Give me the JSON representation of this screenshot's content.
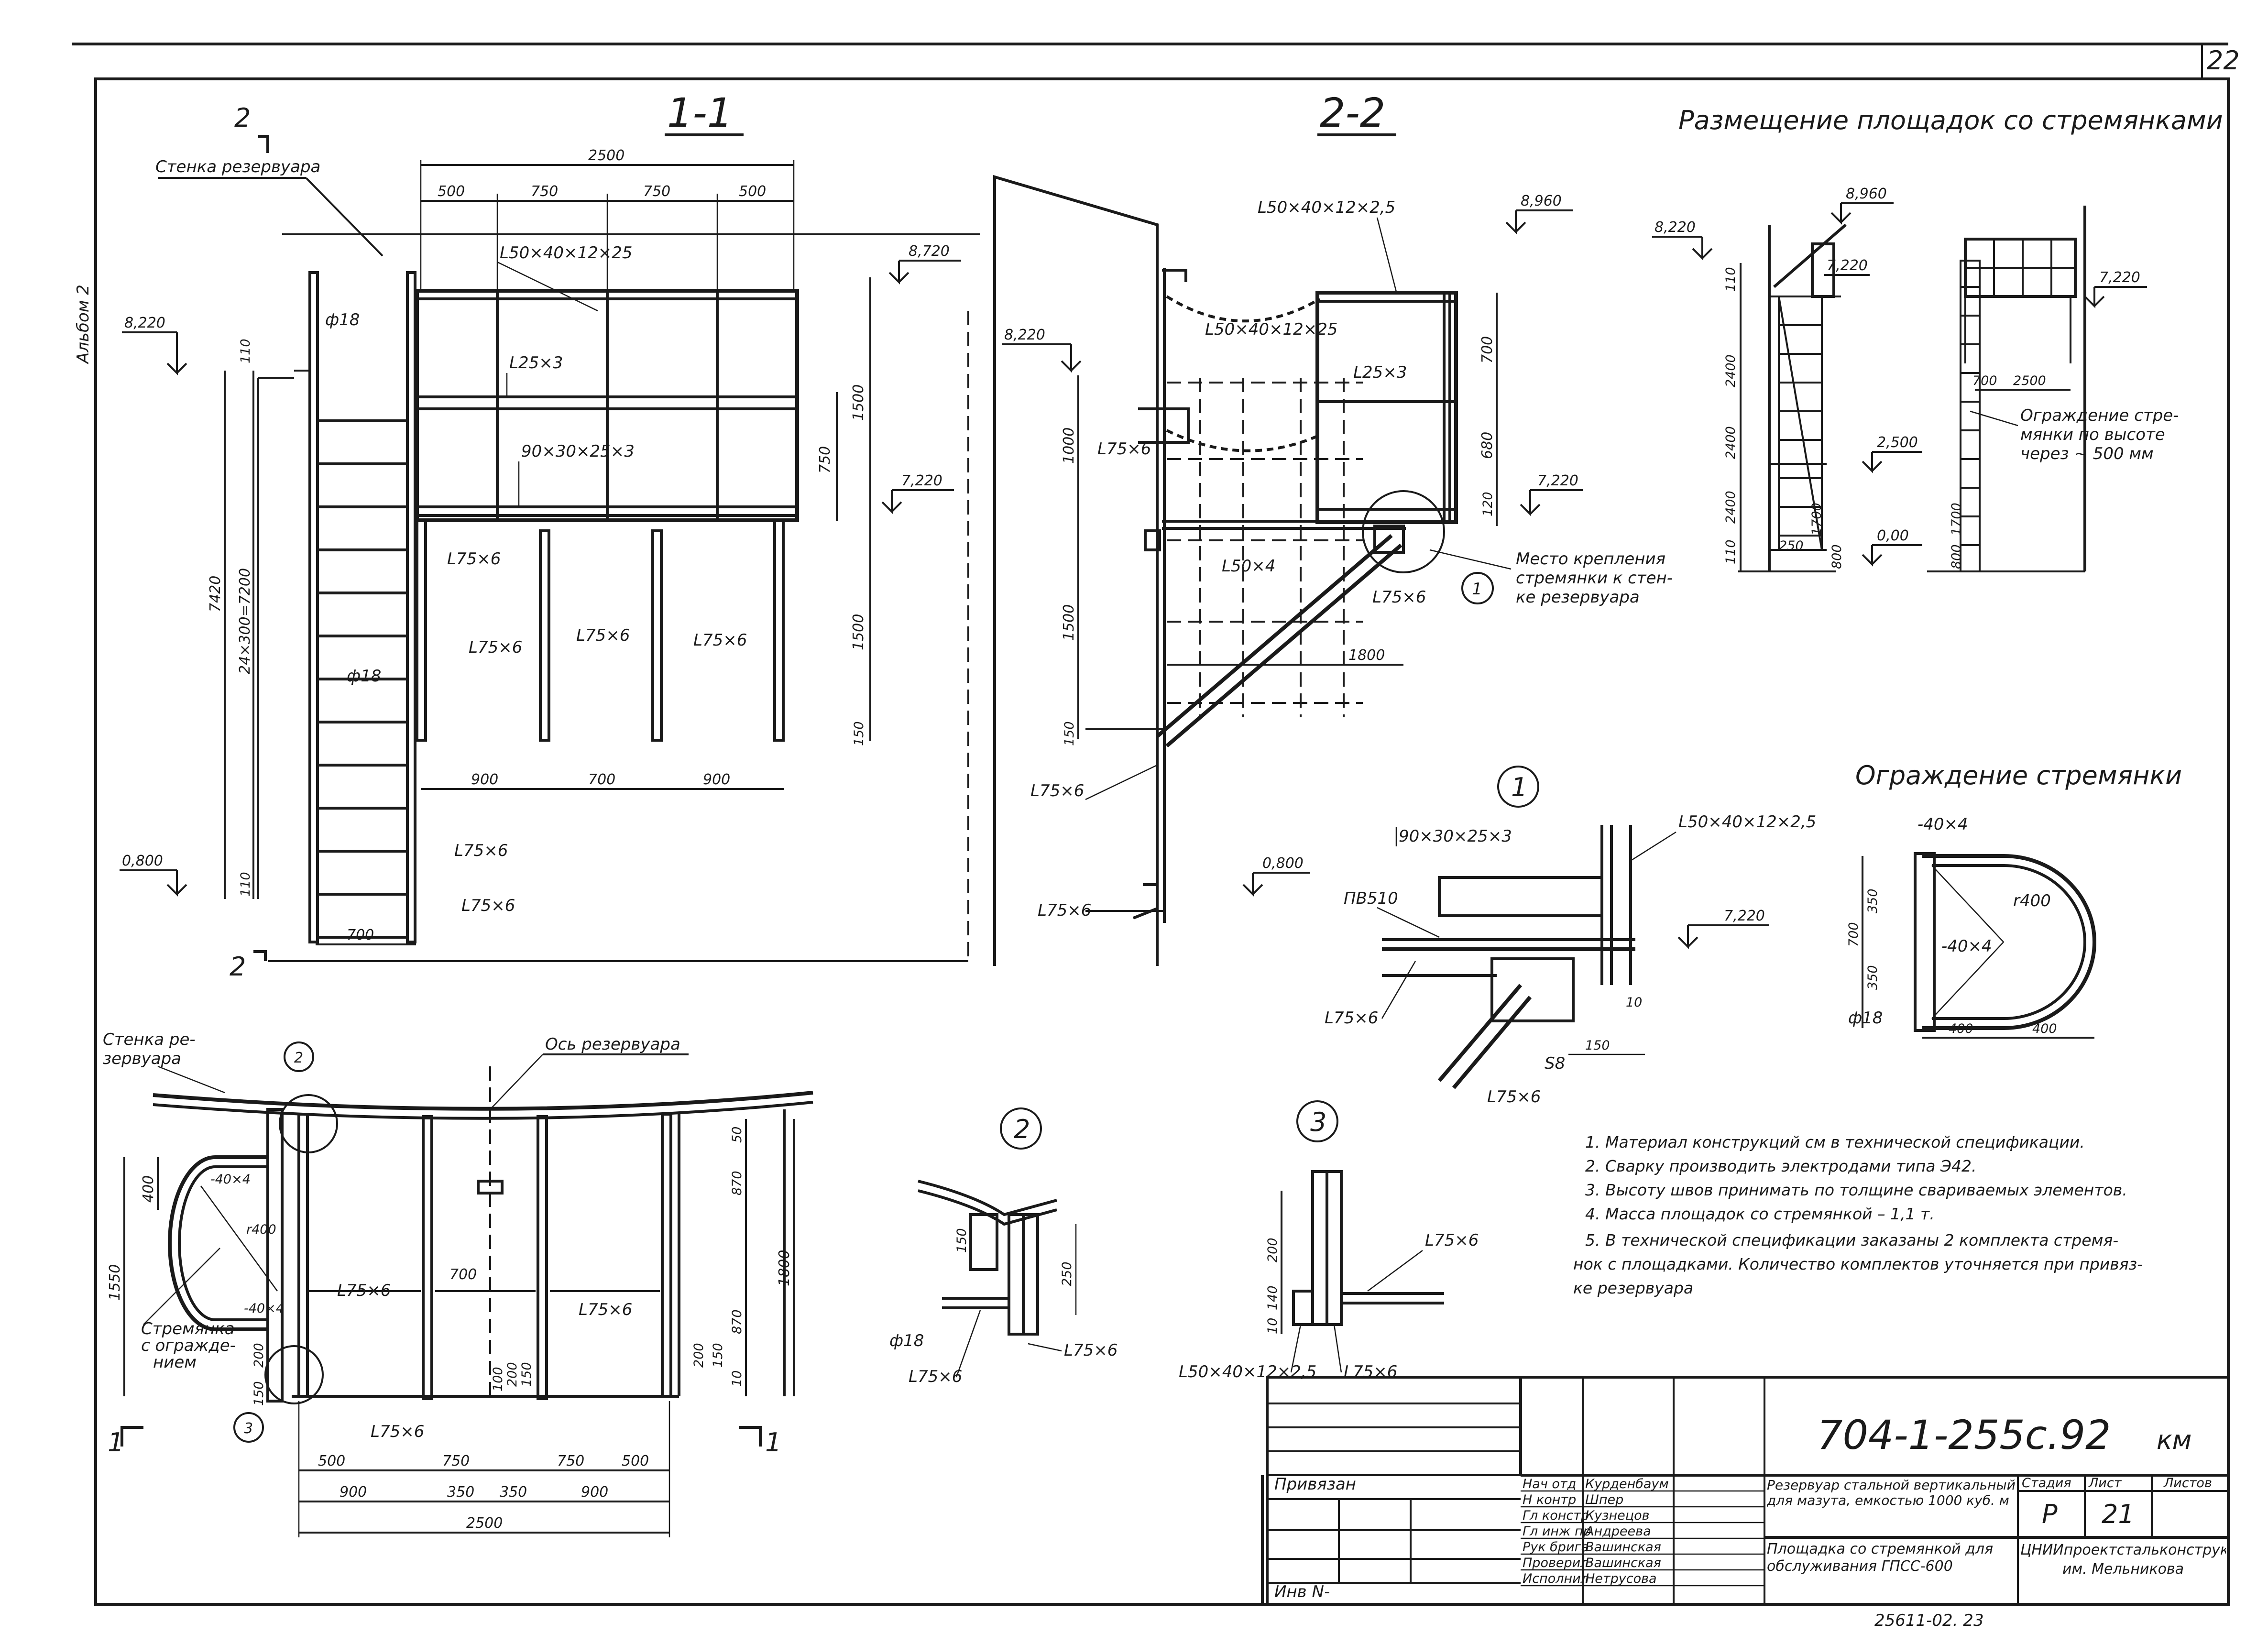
{
  "sheet_number": "22",
  "album_label": "Альбом 2",
  "section_1_title": "1-1",
  "section_2_title": "2-2",
  "placement_title": "Размещение площадок со стремянками",
  "guard_title": "Ограждение стремянки",
  "wall_label": "Стенка резервуара",
  "axis_label": "Ось резервуара",
  "ladder_guard_label": "Стремянка с ограждением",
  "attach_label": "Место крепления стремянки к стенке резервуара",
  "guard_height_label": "Ограждение стремянки по высоте через ~ 500 мм",
  "elevations": {
    "e8960": "8,960",
    "e8720": "8,720",
    "e8220": "8,220",
    "e7220": "7,220",
    "e2500": "2,500",
    "e0800": "0,800",
    "e000": "0,00"
  },
  "profiles": {
    "p1": "L50×40×12×2,5",
    "p1b": "L50×40×12×25",
    "p2": "L25×3",
    "p3": "90×30×25×3",
    "p4": "L75×6",
    "p5": "L50×4",
    "p6": "ф18",
    "p7": "-40×4",
    "p8": "ПВ510",
    "p9": "S8",
    "r400": "r400"
  },
  "dims": {
    "d2500": "2500",
    "d500": "500",
    "d750": "750",
    "d900": "900",
    "d700": "700",
    "d350": "350",
    "d110": "110",
    "d7420": "7420",
    "d24x300": "24×300=7200",
    "d1500": "1500",
    "d150": "150",
    "d1000": "1000",
    "d680": "680",
    "d120": "120",
    "d1800": "1800",
    "d2400": "2400",
    "d1700": "1700",
    "d800": "800",
    "d250": "250",
    "d400": "400",
    "d1550": "1550",
    "d870": "870",
    "d200": "200",
    "d140": "140",
    "d10": "10",
    "d50": "50",
    "d100": "100"
  },
  "detail_marks": {
    "m1": "1",
    "m2": "2",
    "m3": "3",
    "s2": "2"
  },
  "notes": [
    "1.  Материал конструкций см в технической спецификации.",
    "2.  Сварку производить электродами типа Э42.",
    "3.  Высоту швов принимать по толщине свариваемых элементов.",
    "4.  Масса площадок со стремянкой – 1,1 т.",
    "5.  В технической спецификации заказаны 2 комплекта стремя-",
    "нок с площадками. Количество комплектов уточняется при привяз-",
    "ке резервуара"
  ],
  "title_block": {
    "doc_code": "704-1-255с.92",
    "doc_mark": "км",
    "privyazan": "Привязан",
    "inv": "Инв N-",
    "roles": [
      "Нач отд",
      "Н контр",
      "Гл констр",
      "Гл инж пр",
      "Рук брига",
      "Проверил",
      "Исполнил"
    ],
    "names": [
      "Курденбаум",
      "Шпер",
      "Кузнецов",
      "Андреева",
      "Вашинская",
      "Вашинская",
      "Нетрусова"
    ],
    "object": "Резервуар стальной вертикальный для мазута, емкостью 1000 куб. м",
    "drawing": "Площадка со стремянкой для обслуживания ГПСС-600",
    "stage_hdr": "Стадия",
    "sheet_hdr": "Лист",
    "sheets_hdr": "Листов",
    "stage": "Р",
    "sheet": "21",
    "org": "ЦНИИпроектстальконструкция им. Мельникова",
    "archive": "25611-02. 23"
  }
}
